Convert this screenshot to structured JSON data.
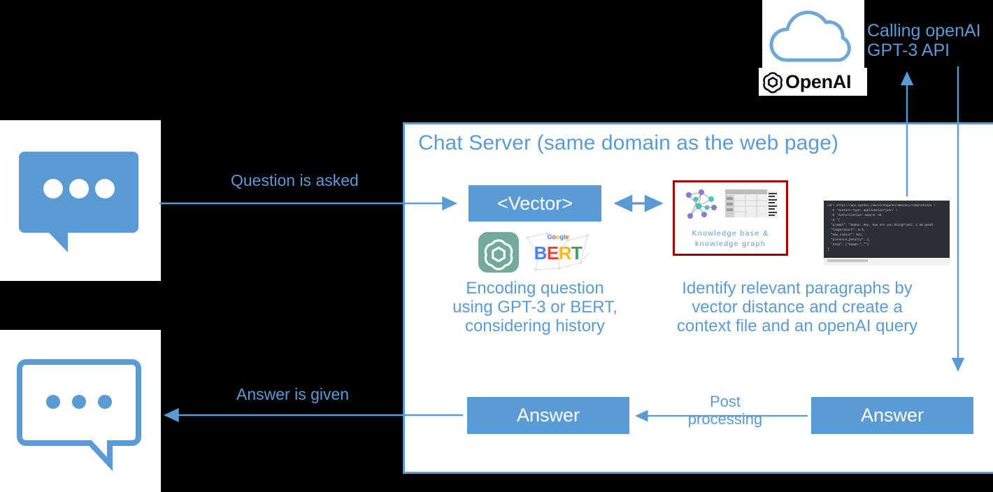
{
  "diagram": {
    "title": "Chat Server (same domain as the web page)",
    "boxes": {
      "vector": "<Vector>",
      "answer_left": "Answer",
      "answer_right": "Answer",
      "knowledge_base_caption_line1": "Knowledge base &",
      "knowledge_base_caption_line2": "knowledge graph"
    },
    "captions": {
      "question": "Question is asked",
      "answer": "Answer is given",
      "post_processing": "Post\nprocessing",
      "calling_api": "Calling openAI\nGPT-3 API",
      "encoding": "Encoding question\nusing GPT-3 or BERT,\nconsidering history",
      "identify": "Identify relevant paragraphs by\nvector distance and create a\ncontext file and an openAI query"
    },
    "logos": {
      "openai_wordmark": "OpenAI",
      "bert_google": "Google",
      "bert_word": "BERT"
    },
    "code_snippet": "curl https://api.openai.com/v1/engines/davinci/completions \\\n  -H 'Content-Type: application/json' \\\n  -H 'Authorization: Bearer sk-\n  -d '{\n  \"prompt\": \"Human: Hey, how are you doing?\\nAI: I am good!\n  \"temperature\": 0.9,\n  \"max_tokens\": 512,\n  \"presence_penalty\": 1,\n  \"stop\": [\"Human:\",\"\"]\n}'",
    "colors": {
      "accent_blue": "#5B9BD5",
      "kb_frame_red": "#9E0000",
      "background": "#000000",
      "panel_white": "#FFFFFF",
      "chatgpt_teal": "#74AA9C",
      "terminal_dark": "#2B3038"
    }
  }
}
